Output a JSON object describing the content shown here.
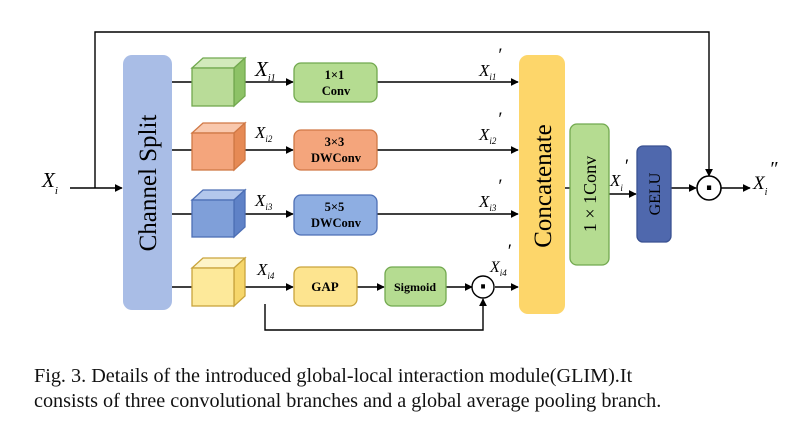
{
  "blocks": {
    "channel_split": "Channel Split",
    "concatenate": "Concatenate",
    "conv_1x1_vertical": "1 × 1Conv",
    "gelu": "GELU"
  },
  "branches": [
    {
      "input": {
        "base": "X",
        "sub": "i1"
      },
      "op_line1": "1×1",
      "op_line2": "Conv",
      "output": {
        "base": "X",
        "sub": "i1",
        "sup": "′"
      }
    },
    {
      "input": {
        "base": "X",
        "sub": "i2"
      },
      "op_line1": "3×3",
      "op_line2": "DWConv",
      "output": {
        "base": "X",
        "sub": "i2",
        "sup": "′"
      }
    },
    {
      "input": {
        "base": "X",
        "sub": "i3"
      },
      "op_line1": "5×5",
      "op_line2": "DWConv",
      "output": {
        "base": "X",
        "sub": "i3",
        "sup": "′"
      }
    },
    {
      "input": {
        "base": "X",
        "sub": "i4"
      },
      "gap": "GAP",
      "sigmoid": "Sigmoid",
      "multiply_symbol": "·",
      "output": {
        "base": "X",
        "sub": "i4",
        "sup": "′"
      }
    }
  ],
  "labels": {
    "input": {
      "base": "X",
      "sub": "i"
    },
    "after_conv": {
      "base": "X",
      "sub": "i",
      "sup": "′"
    },
    "output": {
      "base": "X",
      "sub": "i",
      "sup": "″"
    },
    "final_multiply_symbol": "·"
  },
  "caption": {
    "line1": "Fig. 3.  Details of the introduced global-local interaction module(GLIM).It",
    "line2": "consists of three convolutional branches and a global average pooling branch."
  },
  "colors": {
    "green_fill": "#b9dc98",
    "green_stroke": "#72a94f",
    "orange_fill": "#f4a57c",
    "orange_stroke": "#d07845",
    "blue_fill": "#7f9fd9",
    "blue_stroke": "#4d6fb5",
    "yellow_fill": "#fde99a",
    "yellow_stroke": "#c9a43c",
    "split_fill": "#a9bde6",
    "concat_fill": "#fdd66a",
    "conv_fill": "#b5dc91",
    "gelu_fill": "#4f68ad",
    "ops_blue_fill": "#8eaee2"
  }
}
